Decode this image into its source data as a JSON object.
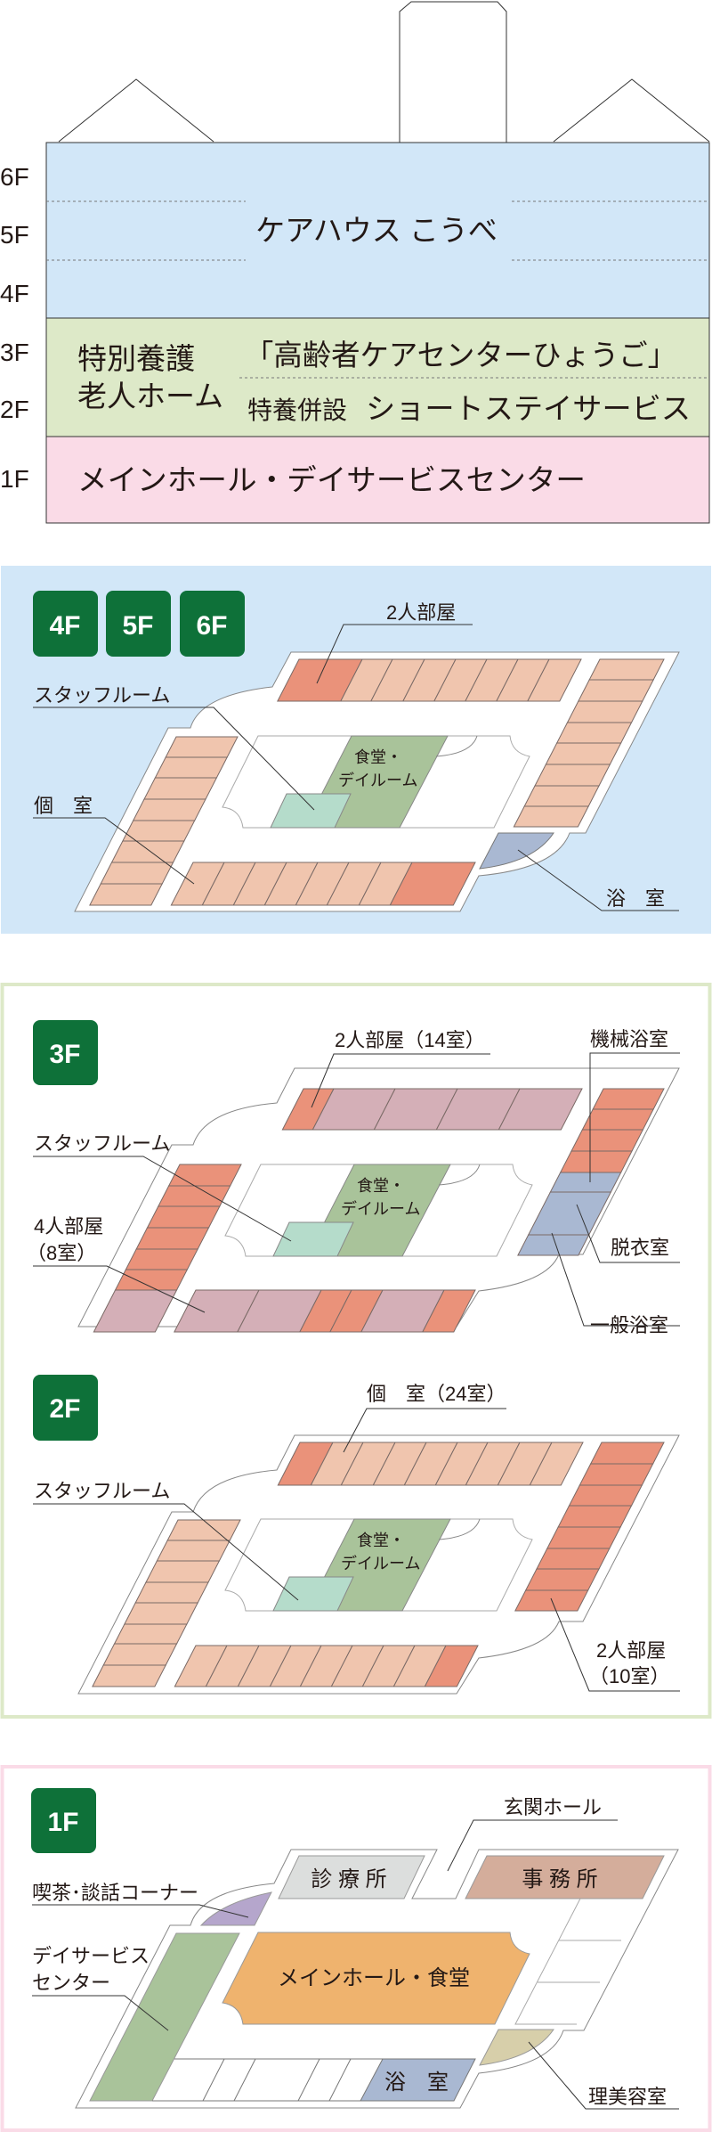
{
  "overview": {
    "floors": [
      "6F",
      "5F",
      "4F",
      "3F",
      "2F",
      "1F"
    ],
    "care_house": "ケアハウス こうべ",
    "nursing_home": [
      "特別養護",
      "老人ホーム"
    ],
    "care_center": "「高齢者ケアセンターひょうご」",
    "short_stay_prefix": "特養併設",
    "short_stay": "ショートステイサービス",
    "first_floor": "メインホール・デイサービスセンター"
  },
  "floor_456": {
    "badges": [
      "4F",
      "5F",
      "6F"
    ],
    "dining": [
      "食堂・",
      "デイルーム"
    ],
    "labels": {
      "double_room": "2人部屋",
      "staff_room": "スタッフルーム",
      "single_room": "個　室",
      "bath": "浴　室"
    }
  },
  "floor_3": {
    "badge": "3F",
    "dining": [
      "食堂・",
      "デイルーム"
    ],
    "labels": {
      "double_room": "2人部屋（14室）",
      "machine_bath": "機械浴室",
      "staff_room": "スタッフルーム",
      "quad_room": [
        "4人部屋",
        "（8室）"
      ],
      "changing_room": "脱衣室",
      "general_bath": "一般浴室"
    }
  },
  "floor_2": {
    "badge": "2F",
    "dining": [
      "食堂・",
      "デイルーム"
    ],
    "labels": {
      "single_room": "個　室（24室）",
      "staff_room": "スタッフルーム",
      "double_room": [
        "2人部屋",
        "（10室）"
      ]
    }
  },
  "floor_1": {
    "badge": "1F",
    "rooms": {
      "clinic": "診 療 所",
      "office": "事 務 所",
      "main_hall": "メインホール・食堂",
      "bath": "浴　室"
    },
    "labels": {
      "entrance": "玄関ホール",
      "cafe": "喫茶･談話コーナー",
      "day_service": [
        "デイサービス",
        "センター"
      ],
      "barber": "理美容室"
    }
  },
  "colors": {
    "care_house": "#d2e7f8",
    "nursing": "#dde9c8",
    "first_floor": "#fadbe7",
    "badge": "#0e7139",
    "single": "#f0c5ae",
    "double": "#ea927a",
    "quad": "#d4afb7",
    "bath": "#a9b8d2",
    "dining": "#a9c39a",
    "staff": "#b5dccb",
    "clinic": "#dcdedd",
    "office": "#d4ad9b",
    "cafe": "#b5a6cc",
    "hall": "#efb36e",
    "barber": "#d7cfaa"
  }
}
